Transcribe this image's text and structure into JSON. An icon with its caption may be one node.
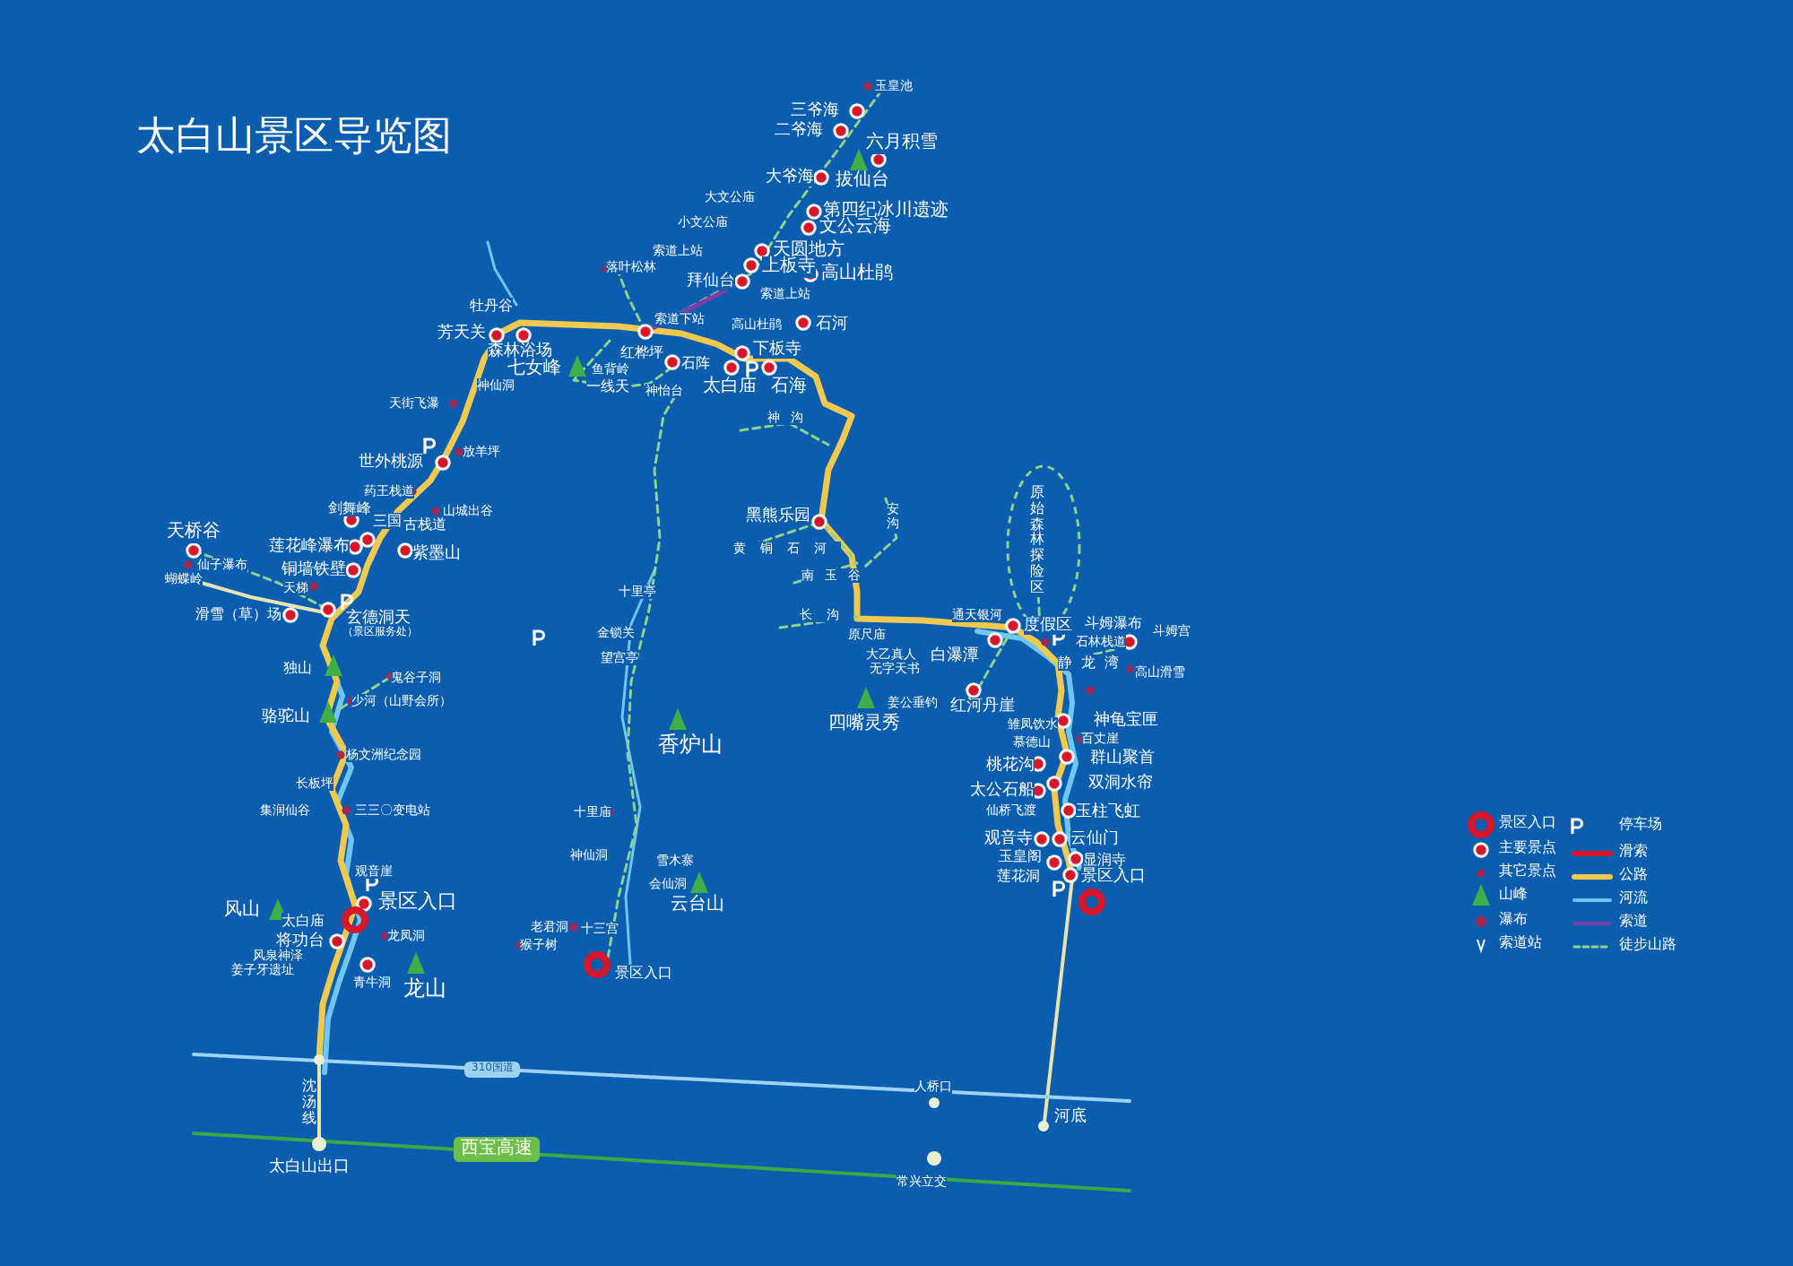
{
  "diagram": {
    "title": "太白山景区导览图",
    "labels": [
      "玉皇池",
      "三爷海",
      "二爷海",
      "六月积雪",
      "大爷海",
      "拔仙台",
      "大文公庙",
      "第四纪冰川遗迹",
      "小文公庙",
      "文公云海",
      "索道上站",
      "天圆地方",
      "上板寺",
      "落叶松林",
      "高山杜鹃",
      "拜仙台",
      "索道上站",
      "牡丹谷",
      "索道下站",
      "石河",
      "高山杜鹃",
      "芳天关",
      "森林浴场",
      "石阵",
      "红桦坪",
      "七女峰",
      "下板寺",
      "鱼背岭",
      "一线天",
      "神怡台",
      "太白庙",
      "石海",
      "神仙洞",
      "天街飞瀑",
      "神沟",
      "放羊坪",
      "世外桃源",
      "药王栈道",
      "剑舞峰",
      "山城出谷",
      "三国",
      "古栈道",
      "黑熊乐园",
      "安沟",
      "天桥谷",
      "莲花峰瀑布",
      "紫墨山",
      "黄铜石河",
      "仙子瀑布",
      "铜墙铁壁",
      "蝴蝶岭",
      "南玉谷",
      "天梯",
      "十里亭",
      "长沟",
      "原始森林探险区",
      "通天银河",
      "滑雪（草）场",
      "玄德洞天",
      "原尺庙",
      "度假区",
      "斗姆瀑布",
      "斗姆宫",
      "金锁关",
      "（景区服务处）",
      "石林栈道",
      "静龙湾",
      "大乙真人",
      "白瀑潭",
      "高山滑雪",
      "望宫亭",
      "无字天书",
      "独山",
      "鬼谷子洞",
      "少河（山野会所）",
      "姜公垂钓",
      "红河丹崖",
      "骆驼山",
      "神龟宝匣",
      "四嘴灵秀",
      "雏凤饮水",
      "百丈崖",
      "慕德山",
      "香炉山",
      "杨文洲纪念园",
      "群山聚首",
      "桃花沟",
      "长板坪",
      "双洞水帘",
      "太公石船",
      "仙桥飞渡",
      "集润仙谷",
      "三三〇变电站",
      "十里庙",
      "玉柱飞虹",
      "观音寺",
      "云仙门",
      "神仙洞",
      "雪木寨",
      "玉皇阁",
      "显润寺",
      "观音崖",
      "会仙洞",
      "莲花洞",
      "景区入口",
      "景区入口",
      "云台山",
      "风山",
      "太白庙",
      "老君洞",
      "十三宫",
      "龙凤洞",
      "将功台",
      "猴子树",
      "风泉神泽",
      "姜子牙遗址",
      "景区入口",
      "青牛洞",
      "龙山",
      "310国道",
      "人桥口",
      "沈汤线",
      "河底",
      "西宝高速",
      "太白山出口",
      "常兴立交"
    ],
    "legend": [
      {
        "text": "景区入口"
      },
      {
        "text": "主要景点"
      },
      {
        "text": "其它景点"
      },
      {
        "text": "山峰"
      },
      {
        "text": "瀑布"
      },
      {
        "text": "索道站"
      },
      {
        "text": "停车场"
      },
      {
        "text": "滑索"
      },
      {
        "text": "公路"
      },
      {
        "text": "河流"
      },
      {
        "text": "索道"
      },
      {
        "text": "徒步山路"
      }
    ]
  }
}
